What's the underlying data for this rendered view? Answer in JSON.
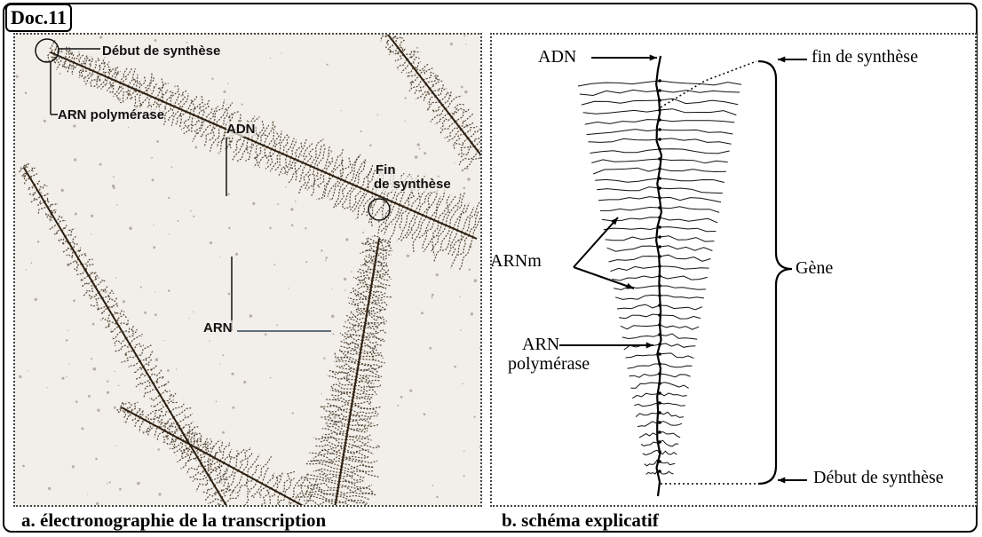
{
  "doc_label": "Doc.11",
  "panel_a": {
    "caption": "a. électronographie de la transcription",
    "labels": {
      "debut": "Début de synthèse",
      "arn_polymerase": "ARN polymérase",
      "adn": "ADN",
      "fin_line1": "Fin",
      "fin_line2": "de synthèse",
      "arn": "ARN"
    }
  },
  "panel_b": {
    "caption": "b. schéma explicatif",
    "labels": {
      "adn": "ADN",
      "fin": "fin de synthèse",
      "gene": "Gène",
      "arnm": "ARNm",
      "arn_pol_line1": "ARN",
      "arn_pol_line2": "polymérase",
      "debut": "Début de synthèse"
    }
  }
}
